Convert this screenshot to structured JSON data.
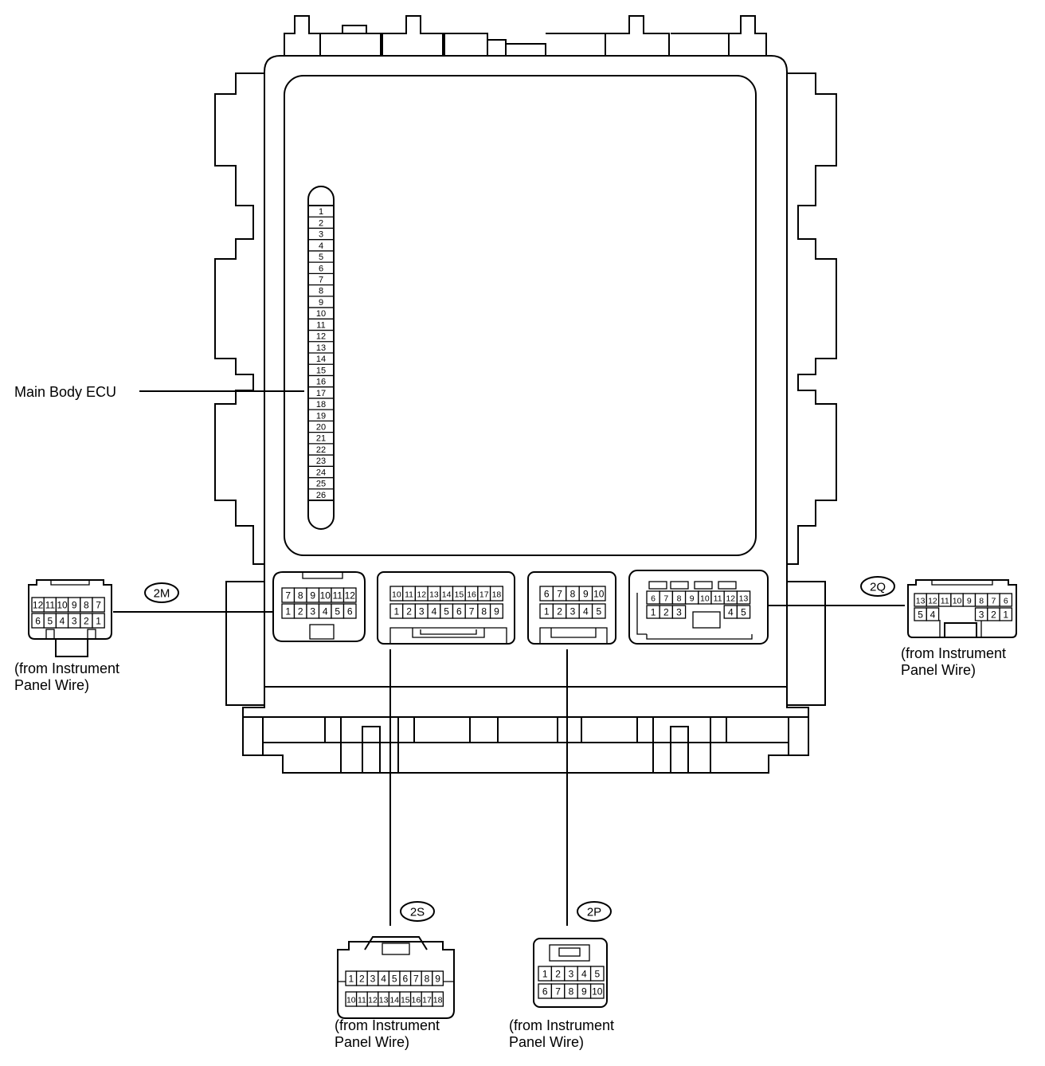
{
  "labels": {
    "main_body_ecu": "Main Body ECU"
  },
  "fuse_numbers": [
    "1",
    "2",
    "3",
    "4",
    "5",
    "6",
    "7",
    "8",
    "9",
    "10",
    "11",
    "12",
    "13",
    "14",
    "15",
    "16",
    "17",
    "18",
    "19",
    "20",
    "21",
    "22",
    "23",
    "24",
    "25",
    "26"
  ],
  "connectors": {
    "c2M": {
      "code": "2M",
      "note_line1": "(from Instrument",
      "note_line2": "Panel Wire)",
      "ecu_top": [
        "7",
        "8",
        "9",
        "10",
        "11",
        "12"
      ],
      "ecu_bottom": [
        "1",
        "2",
        "3",
        "4",
        "5",
        "6"
      ],
      "plug_top": [
        "12",
        "11",
        "10",
        "9",
        "8",
        "7"
      ],
      "plug_bottom": [
        "6",
        "5",
        "4",
        "3",
        "2",
        "1"
      ]
    },
    "c2S": {
      "code": "2S",
      "note_line1": "(from Instrument",
      "note_line2": "Panel Wire)",
      "ecu_top": [
        "10",
        "11",
        "12",
        "13",
        "14",
        "15",
        "16",
        "17",
        "18"
      ],
      "ecu_bottom": [
        "1",
        "2",
        "3",
        "4",
        "5",
        "6",
        "7",
        "8",
        "9"
      ],
      "plug_top": [
        "1",
        "2",
        "3",
        "4",
        "5",
        "6",
        "7",
        "8",
        "9"
      ],
      "plug_bottom": [
        "10",
        "11",
        "12",
        "13",
        "14",
        "15",
        "16",
        "17",
        "18"
      ]
    },
    "c2P": {
      "code": "2P",
      "note_line1": "(from Instrument",
      "note_line2": "Panel Wire)",
      "ecu_top": [
        "6",
        "7",
        "8",
        "9",
        "10"
      ],
      "ecu_bottom": [
        "1",
        "2",
        "3",
        "4",
        "5"
      ],
      "plug_top": [
        "1",
        "2",
        "3",
        "4",
        "5"
      ],
      "plug_bottom": [
        "6",
        "7",
        "8",
        "9",
        "10"
      ]
    },
    "c2Q": {
      "code": "2Q",
      "note_line1": "(from Instrument",
      "note_line2": "Panel Wire)",
      "ecu_top": [
        "6",
        "7",
        "8",
        "9",
        "10",
        "11",
        "12",
        "13"
      ],
      "ecu_bottom": [
        "1",
        "2",
        "3",
        "4",
        "5"
      ],
      "plug_top": [
        "13",
        "12",
        "11",
        "10",
        "9",
        "8",
        "7",
        "6"
      ],
      "plug_bottom": [
        "5",
        "4",
        "3",
        "2",
        "1"
      ]
    }
  }
}
